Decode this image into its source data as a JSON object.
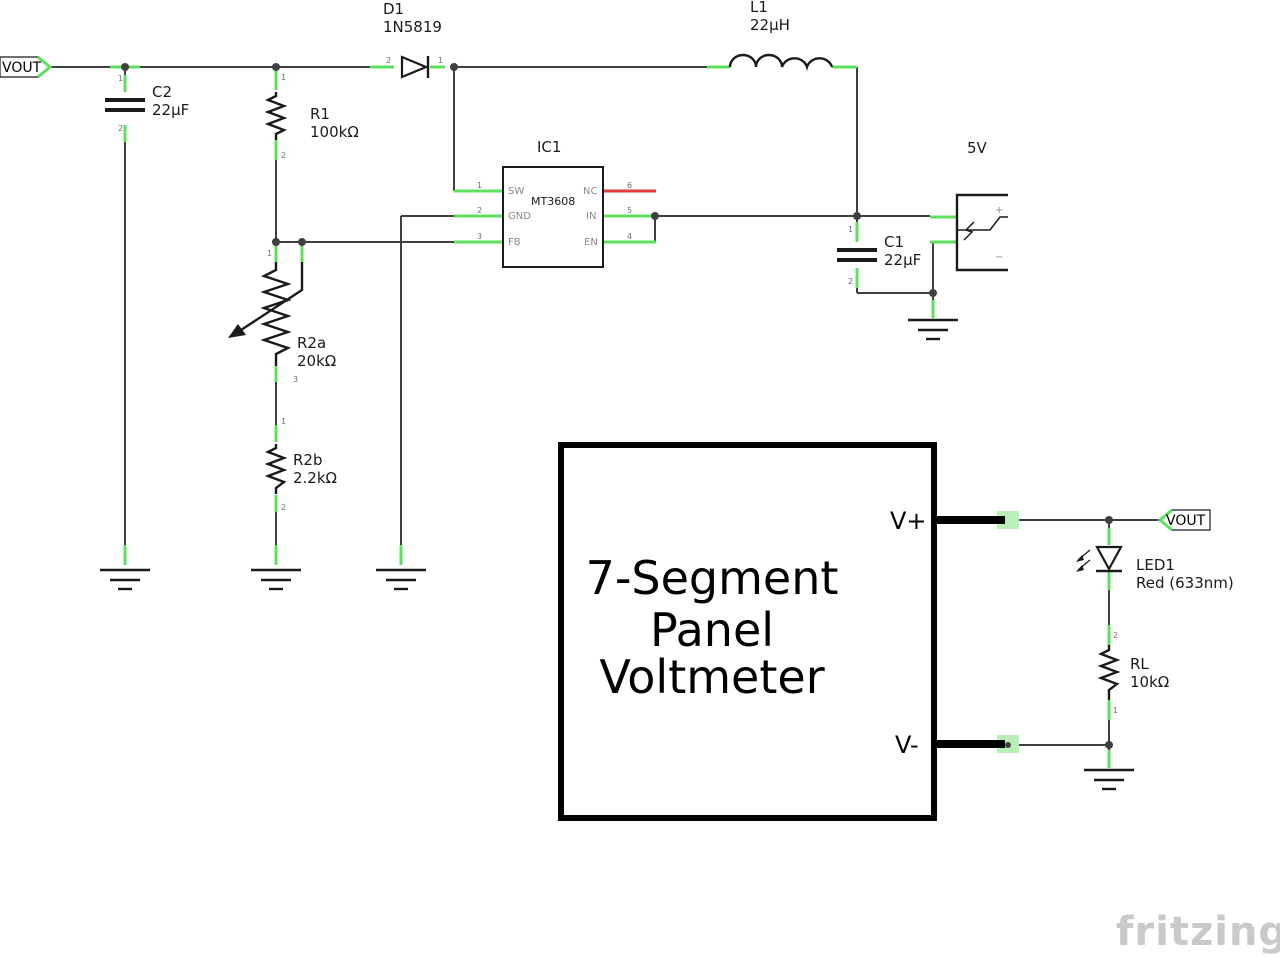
{
  "ports": {
    "vout_left": "VOUT",
    "vout_right": "VOUT"
  },
  "components": {
    "d1": {
      "ref": "D1",
      "value": "1N5819"
    },
    "l1": {
      "ref": "L1",
      "value": "22µH"
    },
    "c2": {
      "ref": "C2",
      "value": "22µF"
    },
    "r1": {
      "ref": "R1",
      "value": "100kΩ"
    },
    "ic1": {
      "ref": "IC1",
      "part": "MT3608",
      "pins": {
        "sw": "SW",
        "gnd": "GND",
        "fb": "FB",
        "nc": "NC",
        "in": "IN",
        "en": "EN"
      },
      "pin_numbers": {
        "sw": "1",
        "gnd": "2",
        "fb": "3",
        "nc": "6",
        "in": "5",
        "en": "4"
      }
    },
    "c1": {
      "ref": "C1",
      "value": "22µF"
    },
    "supply": {
      "label": "5V",
      "plus": "+",
      "minus": "−"
    },
    "r2a": {
      "ref": "R2a",
      "value": "20kΩ"
    },
    "r2b": {
      "ref": "R2b",
      "value": "2.2kΩ"
    },
    "led1": {
      "ref": "LED1",
      "value": "Red (633nm)"
    },
    "rl": {
      "ref": "RL",
      "value": "10kΩ"
    }
  },
  "voltmeter": {
    "title_lines": [
      "7-Segment",
      "Panel",
      "Voltmeter"
    ],
    "vplus": "V+",
    "vminus": "V-"
  },
  "pin_labels": {
    "p1": "1",
    "p2": "2",
    "p3": "3"
  },
  "brand": "fritzing",
  "colors": {
    "wire": "#404040",
    "pin_ok": "#5ee05e",
    "pin_unconnected": "#e03c3c",
    "symbol": "#1a1a1a"
  },
  "icons": [
    "ground-icon",
    "port-flag-icon",
    "diode-icon",
    "inductor-icon",
    "capacitor-icon",
    "resistor-icon",
    "potentiometer-icon",
    "led-icon",
    "dc-jack-icon"
  ]
}
